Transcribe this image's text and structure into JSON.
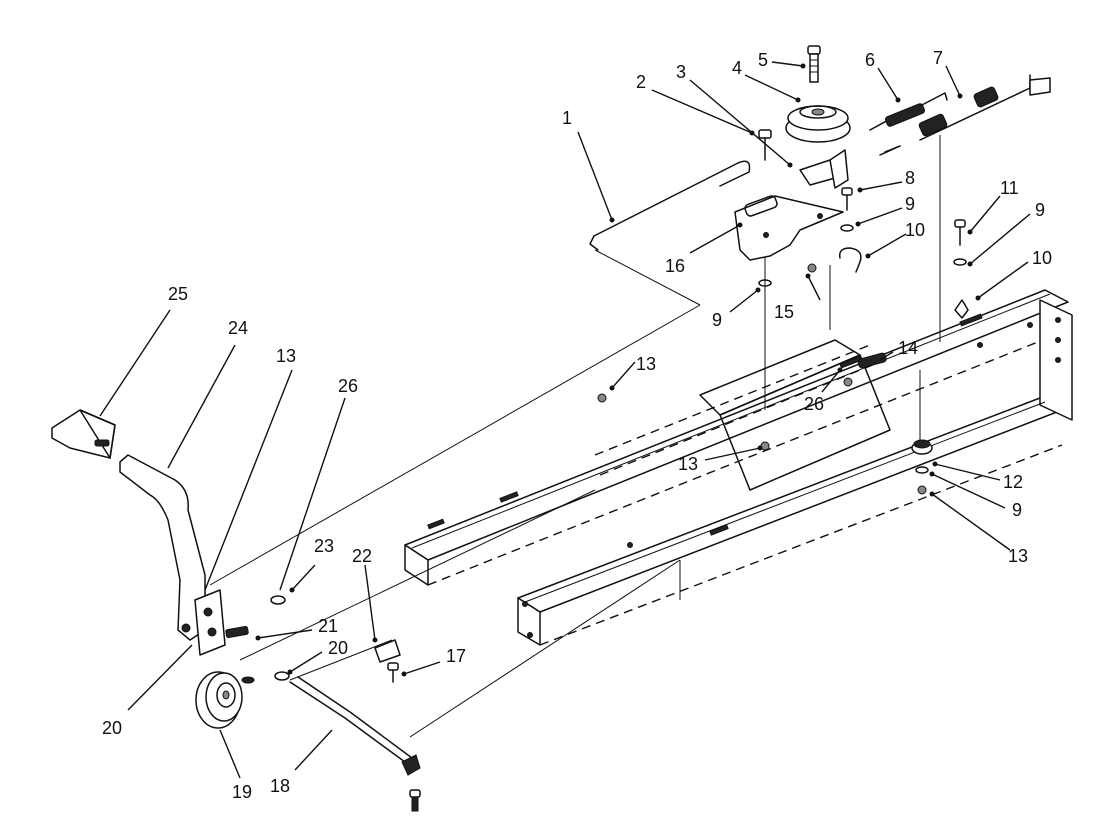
{
  "callouts": [
    {
      "id": "c1",
      "text": "1"
    },
    {
      "id": "c2",
      "text": "2"
    },
    {
      "id": "c3",
      "text": "3"
    },
    {
      "id": "c4",
      "text": "4"
    },
    {
      "id": "c5",
      "text": "5"
    },
    {
      "id": "c6",
      "text": "6"
    },
    {
      "id": "c7",
      "text": "7"
    },
    {
      "id": "c8",
      "text": "8"
    },
    {
      "id": "c9a",
      "text": "9"
    },
    {
      "id": "c9b",
      "text": "9"
    },
    {
      "id": "c9c",
      "text": "9"
    },
    {
      "id": "c9d",
      "text": "9"
    },
    {
      "id": "c10a",
      "text": "10"
    },
    {
      "id": "c10b",
      "text": "10"
    },
    {
      "id": "c11",
      "text": "11"
    },
    {
      "id": "c12",
      "text": "12"
    },
    {
      "id": "c13a",
      "text": "13"
    },
    {
      "id": "c13b",
      "text": "13"
    },
    {
      "id": "c13c",
      "text": "13"
    },
    {
      "id": "c13d",
      "text": "13"
    },
    {
      "id": "c14",
      "text": "14"
    },
    {
      "id": "c15",
      "text": "15"
    },
    {
      "id": "c16",
      "text": "16"
    },
    {
      "id": "c17",
      "text": "17"
    },
    {
      "id": "c18",
      "text": "18"
    },
    {
      "id": "c19",
      "text": "19"
    },
    {
      "id": "c20a",
      "text": "20"
    },
    {
      "id": "c20b",
      "text": "20"
    },
    {
      "id": "c21",
      "text": "21"
    },
    {
      "id": "c22",
      "text": "22"
    },
    {
      "id": "c23",
      "text": "23"
    },
    {
      "id": "c24",
      "text": "24"
    },
    {
      "id": "c25",
      "text": "25"
    },
    {
      "id": "c26a",
      "text": "26"
    },
    {
      "id": "c26b",
      "text": "26"
    }
  ]
}
